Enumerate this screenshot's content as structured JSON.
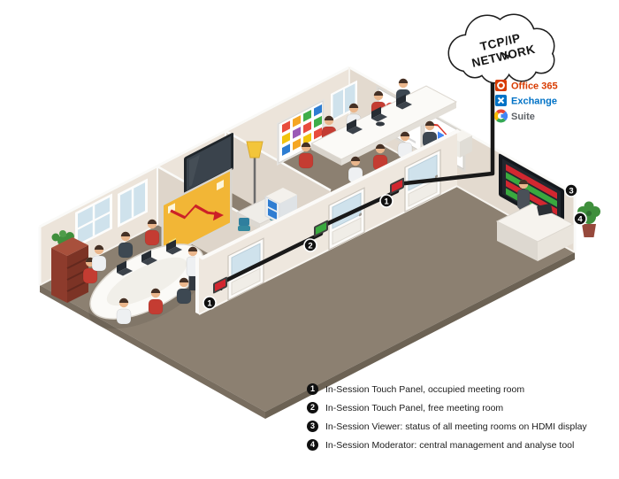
{
  "cloud": {
    "line1": "TCP/IP",
    "line2": "NETWORK"
  },
  "services": [
    {
      "name": "Office 365",
      "color": "#d83b01"
    },
    {
      "name": "Exchange",
      "color": "#0072c6"
    },
    {
      "name": "G Suite",
      "label": "Suite",
      "color": "#5f6368"
    }
  ],
  "status": {
    "occupied_color": "#d22730",
    "free_color": "#3aa93f"
  },
  "viewer": {
    "rows": [
      "#d22730",
      "#3aa93f",
      "#d22730",
      "#3aa93f"
    ]
  },
  "badges": {
    "room1": "1",
    "room2": "2",
    "room3": "1",
    "viewer": "3",
    "moderator": "4"
  },
  "legend": [
    {
      "number": "1",
      "text": "In-Session Touch Panel, occupied meeting room"
    },
    {
      "number": "2",
      "text": "In-Session Touch Panel, free meeting room"
    },
    {
      "number": "3",
      "text": "In-Session Viewer: status of all meeting rooms on HDMI display"
    },
    {
      "number": "4",
      "text": "In-Session Moderator: central management and analyse tool"
    }
  ]
}
